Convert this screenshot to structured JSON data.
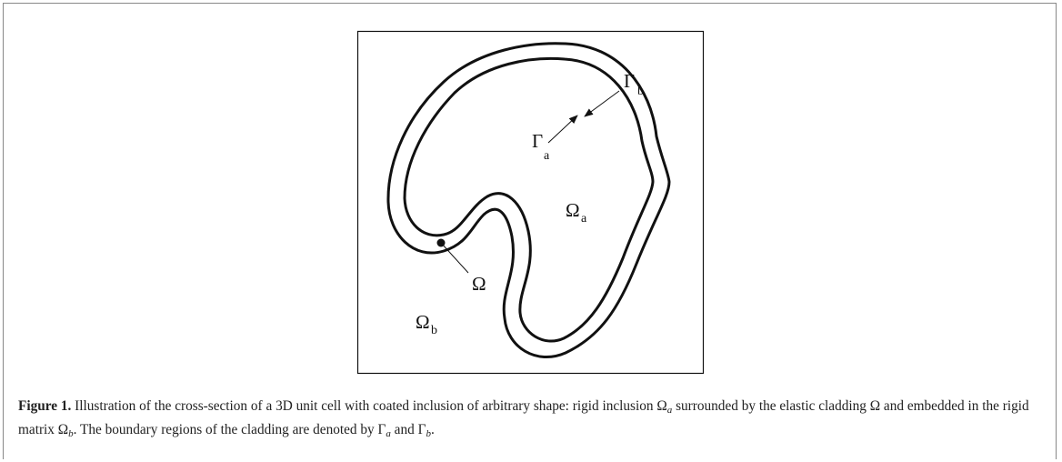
{
  "figure": {
    "labels": {
      "gamma_b": "Γ",
      "gamma_b_sub": "b",
      "gamma_a": "Γ",
      "gamma_a_sub": "a",
      "omega_a": "Ω",
      "omega_a_sub": "a",
      "omega": "Ω",
      "omega_b": "Ω",
      "omega_b_sub": "b"
    }
  },
  "caption": {
    "label": "Figure 1.",
    "text_1": " Illustration of the cross-section of a 3D unit cell with coated inclusion of arbitrary shape: rigid inclusion Ω",
    "sub_a1": "a",
    "text_2": " surrounded by the elastic cladding Ω and embedded in the rigid matrix Ω",
    "sub_b1": "b",
    "text_3": ". The boundary regions of the cladding are denoted by Γ",
    "sub_a2": "a",
    "text_4": " and Γ",
    "sub_b2": "b",
    "text_5": "."
  }
}
